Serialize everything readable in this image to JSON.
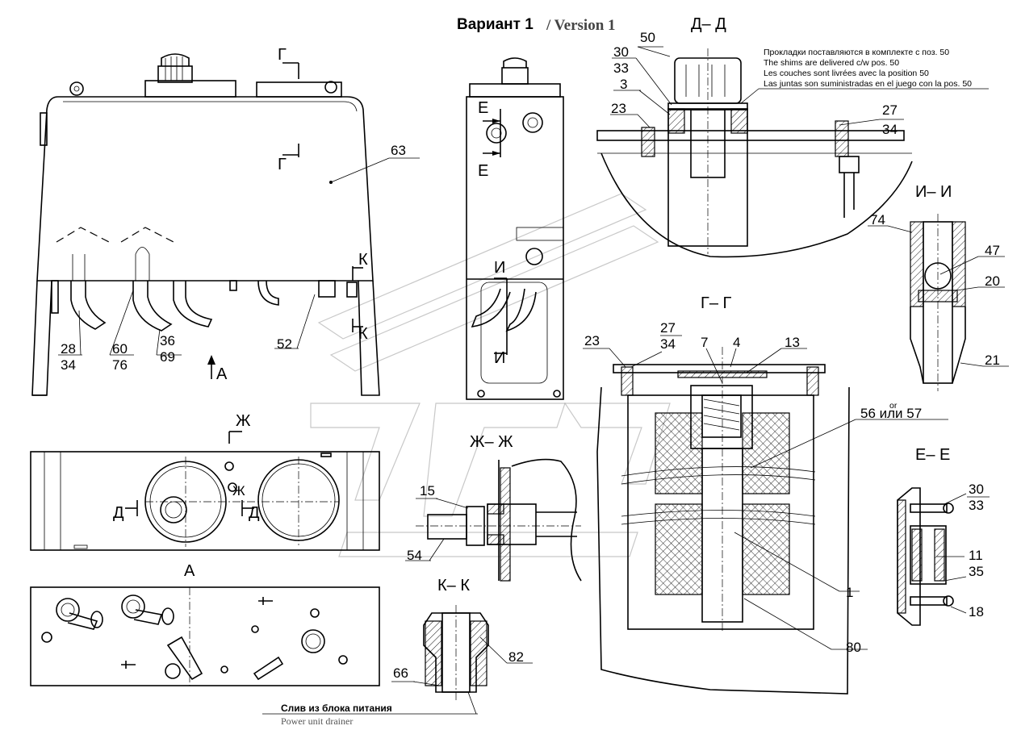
{
  "title": {
    "main": "Вариант 1",
    "sub": "/ Version 1"
  },
  "note_lines": [
    "Прокладки поставляются в комплекте с поз. 50",
    "The shims are delivered c/w pos. 50",
    "Les couches sont livrées avec la position 50",
    "Las juntas son suministradas en el juego con la pos. 50"
  ],
  "sections": {
    "dd": "Д– Д",
    "ii": "И– И",
    "gg": "Г– Г",
    "zhzh": "Ж– Ж",
    "ee": "Е– Е",
    "kk": "К– К",
    "a": "А"
  },
  "cut_marks": {
    "g": "Г",
    "e": "Е",
    "i": "И",
    "k": "К",
    "a": "А",
    "zh": "Ж",
    "d": "Д"
  },
  "drain": {
    "ru": "Слив из блока питания",
    "en": "Power unit drainer"
  },
  "callouts": {
    "c63": "63",
    "c28": "28",
    "c34a": "34",
    "c60": "60",
    "c76": "76",
    "c36": "36",
    "c69": "69",
    "c52": "52",
    "c50": "50",
    "c30a": "30",
    "c33a": "33",
    "c3": "3",
    "c23a": "23",
    "c27a": "27",
    "c34b": "34",
    "c74": "74",
    "c47": "47",
    "c20": "20",
    "c21": "21",
    "c23b": "23",
    "c27b": "27",
    "c34c": "34",
    "c7": "7",
    "c4": "4",
    "c13": "13",
    "c56": "56 или  57",
    "c56or": "or",
    "c1": "1",
    "c80": "80",
    "c15": "15",
    "c54": "54",
    "c82": "82",
    "c66": "66",
    "c30b": "30",
    "c33b": "33",
    "c11": "11",
    "c35": "35",
    "c18": "18"
  }
}
